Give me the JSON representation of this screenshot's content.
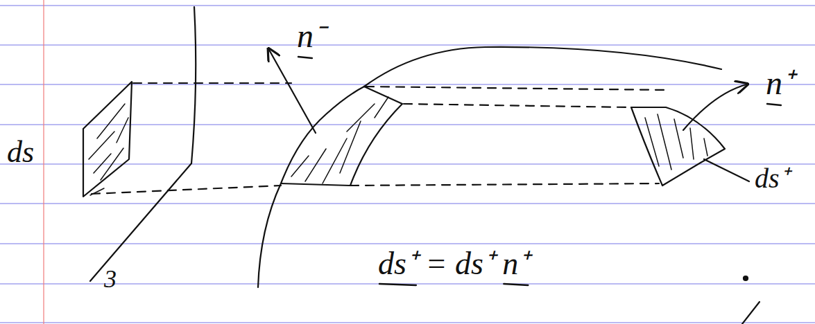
{
  "diagram": {
    "labels": [
      "n⁻",
      "n⁺",
      "ds",
      "ds⁺",
      "3",
      "ds⁺ = ds⁺ n⁺"
    ]
  }
}
